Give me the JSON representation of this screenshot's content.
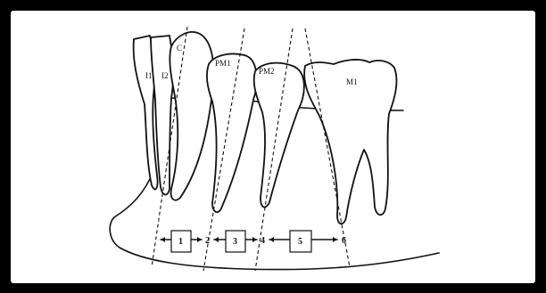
{
  "teeth": {
    "incisor1": "I1",
    "incisor2": "I2",
    "canine": "C",
    "premolar1": "PM1",
    "premolar2": "PM2",
    "molar1": "M1"
  },
  "points": [
    "2",
    "4",
    "6"
  ],
  "segments": [
    "1",
    "3",
    "5"
  ]
}
